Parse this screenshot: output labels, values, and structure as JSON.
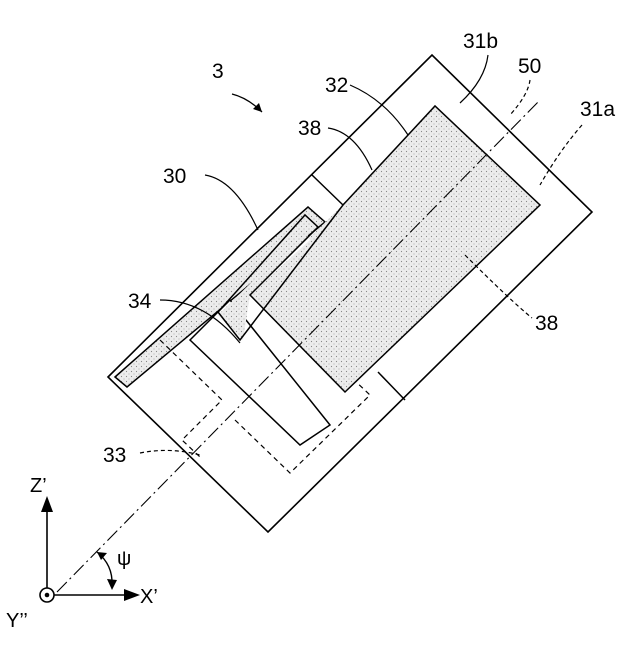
{
  "figure": {
    "reference_numeral": "3",
    "labels": {
      "label_30": "30",
      "label_31a": "31a",
      "label_31b": "31b",
      "label_32": "32",
      "label_33": "33",
      "label_34": "34",
      "label_38_upper": "38",
      "label_38_lower": "38",
      "label_50": "50"
    },
    "axes": {
      "z": "Z’",
      "x": "X’",
      "y": "Y’’",
      "angle": "ψ"
    }
  },
  "colors": {
    "stroke": "#000000",
    "background": "#ffffff",
    "dot_fill": "#e9e9e9",
    "dot": "#8a8a8a"
  }
}
